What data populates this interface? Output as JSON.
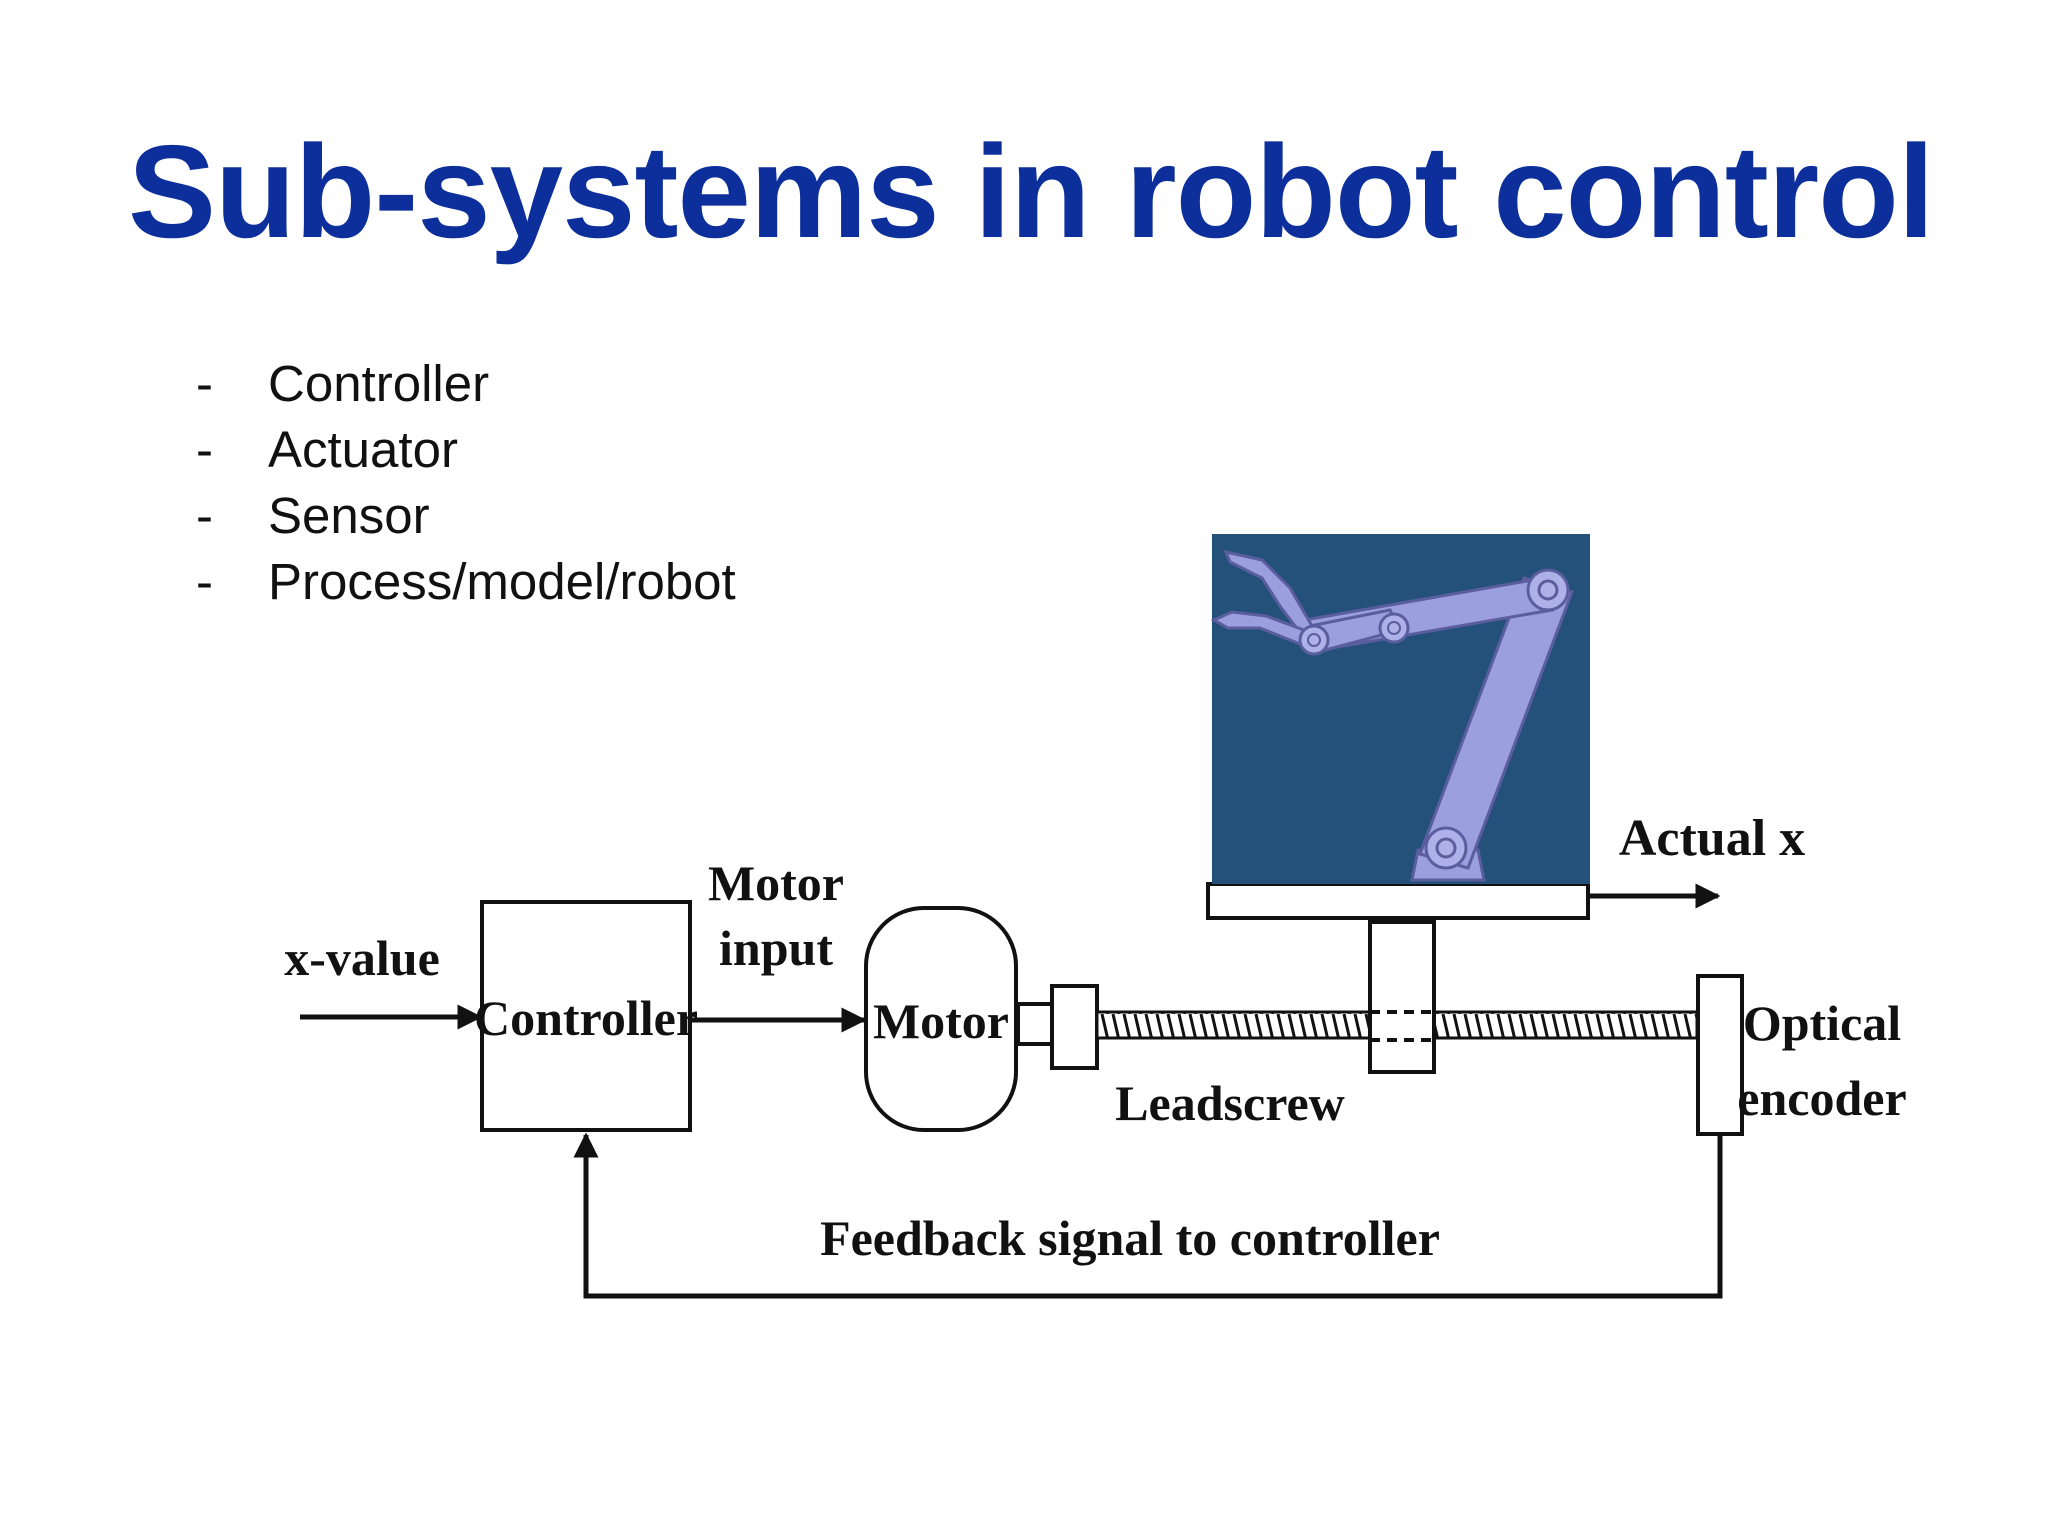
{
  "slide": {
    "title": "Sub-systems in robot control",
    "bullets": [
      {
        "dash": "-",
        "text": "Controller"
      },
      {
        "dash": "-",
        "text": "Actuator"
      },
      {
        "dash": "-",
        "text": "Sensor"
      },
      {
        "dash": "-",
        "text": "Process/model/robot"
      }
    ]
  },
  "diagram": {
    "input_label": "x-value",
    "controller_label": "Controller",
    "motor_input_line1": "Motor",
    "motor_input_line2": "input",
    "motor_label": "Motor",
    "leadscrew_label": "Leadscrew",
    "actual_label": "Actual x",
    "encoder_line1": "Optical",
    "encoder_line2": "encoder",
    "feedback_label": "Feedback signal to controller"
  },
  "colors": {
    "title": "#0c2f9b",
    "robot_background": "#23517a",
    "robot_arm": "#9c9fde",
    "line": "#111111"
  },
  "icons": {
    "robot_arm": "robot-arm-icon"
  }
}
